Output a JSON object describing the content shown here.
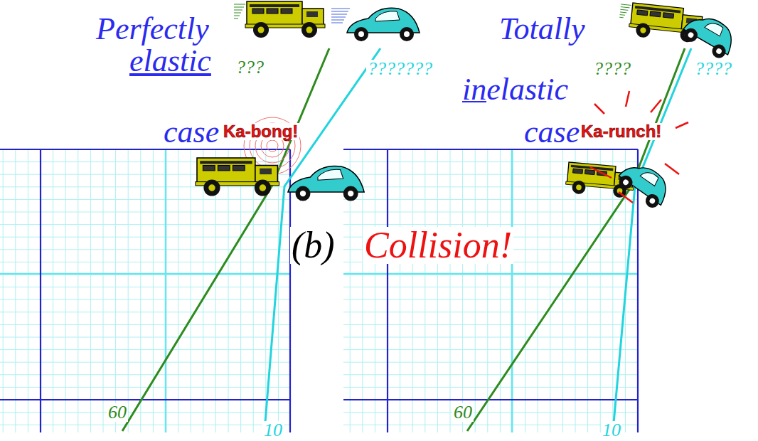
{
  "diagram": {
    "labels": [
      "Perfectly",
      "elastic",
      "???",
      "???????",
      "case",
      "Ka-bong!",
      "Totally",
      "????",
      "????",
      "inelastic",
      "case",
      "Ka-runch!",
      "(b)",
      "Collision!",
      "60",
      "10",
      "60",
      "10"
    ]
  }
}
